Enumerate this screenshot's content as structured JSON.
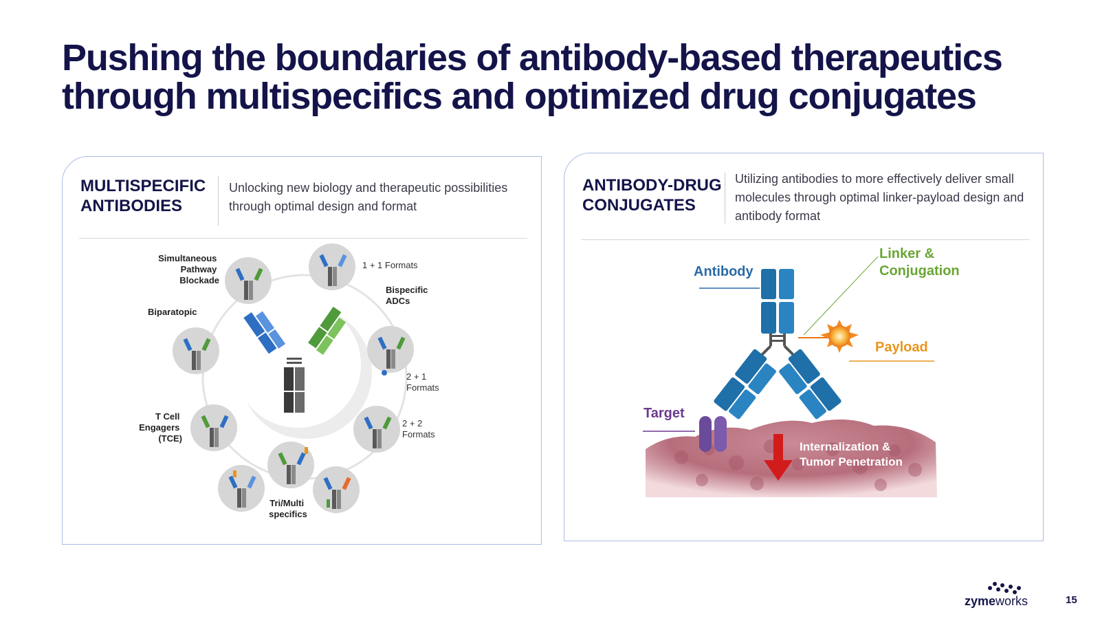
{
  "slide": {
    "title": "Pushing the boundaries of antibody-based therapeutics through multispecifics and optimized drug conjugates",
    "page_number": "15"
  },
  "left_panel": {
    "title": "MULTISPECIFIC ANTIBODIES",
    "description": "Unlocking new biology and therapeutic possibilities through optimal design and format",
    "labels": {
      "pathway": "Simultaneous Pathway Blockade",
      "pathway_l1": "Simultaneous",
      "pathway_l2": "Pathway",
      "pathway_l3": "Blockade",
      "one_plus_one": "1 + 1 Formats",
      "bispecific_adcs_l1": "Bispecific",
      "bispecific_adcs_l2": "ADCs",
      "biparatopic": "Biparatopic",
      "two_plus_one_l1": "2 + 1",
      "two_plus_one_l2": "Formats",
      "tce_l1": "T Cell",
      "tce_l2": "Engagers",
      "tce_l3": "(TCE)",
      "two_plus_two_l1": "2 + 2",
      "two_plus_two_l2": "Formats",
      "tri_multi_l1": "Tri/Multi",
      "tri_multi_l2": "specifics"
    }
  },
  "right_panel": {
    "title": "ANTIBODY-DRUG CONJUGATES",
    "description": "Utilizing antibodies to more effectively deliver small molecules through optimal linker-payload design and antibody format",
    "labels": {
      "antibody": "Antibody",
      "linker_l1": "Linker &",
      "linker_l2": "Conjugation",
      "payload": "Payload",
      "target": "Target",
      "internalization_l1": "Internalization &",
      "internalization_l2": "Tumor Penetration"
    }
  },
  "brand": {
    "logo_bold": "zyme",
    "logo_light": "works"
  },
  "colors": {
    "navy": "#14144a",
    "antibody_blue": "#1f6fa8",
    "linker_green": "#6aa535",
    "payload_orange": "#e8951c",
    "target_purple": "#6a3a8e",
    "arrow_red": "#d21c1c"
  }
}
